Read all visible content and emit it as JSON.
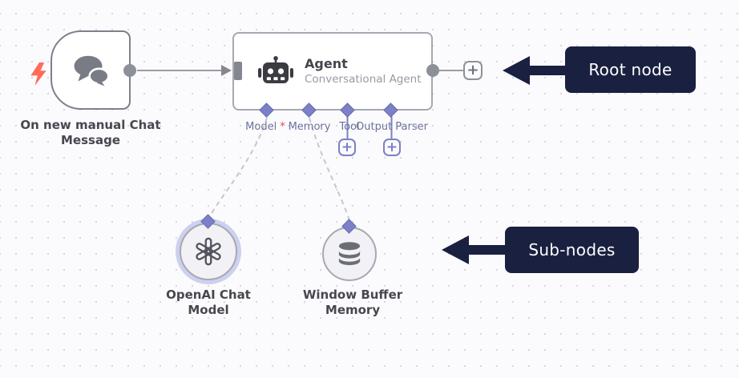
{
  "colors": {
    "background": "#fbfbfd",
    "grid_dot": "#d7d8de",
    "node_border_gray": "#7d818c",
    "connector_gray": "#8d9099",
    "port_purple": "#7c81c6",
    "annotation_navy": "#1a2040",
    "trigger_bolt_red": "#ff6d5a",
    "required_red": "#e5484d"
  },
  "nodes": {
    "trigger": {
      "label": "On new manual Chat Message",
      "icon": "chat-bubbles-icon",
      "badge_icon": "lightning-bolt-icon"
    },
    "agent": {
      "title": "Agent",
      "subtitle": "Conversational Agent",
      "icon": "robot-icon",
      "required_marker": "*",
      "ports": [
        {
          "label": "Model",
          "required": true
        },
        {
          "label": "Memory",
          "required": false
        },
        {
          "label": "Tool",
          "required": false
        },
        {
          "label": "Output Parser",
          "required": false
        }
      ]
    },
    "sub_nodes": [
      {
        "label": "OpenAI Chat Model",
        "icon": "openai-icon",
        "highlighted": true
      },
      {
        "label": "Window Buffer Memory",
        "icon": "database-icon",
        "highlighted": false
      }
    ]
  },
  "buttons": {
    "add": "+"
  },
  "annotations": {
    "root": {
      "label": "Root node"
    },
    "sub": {
      "label": "Sub-nodes"
    }
  }
}
